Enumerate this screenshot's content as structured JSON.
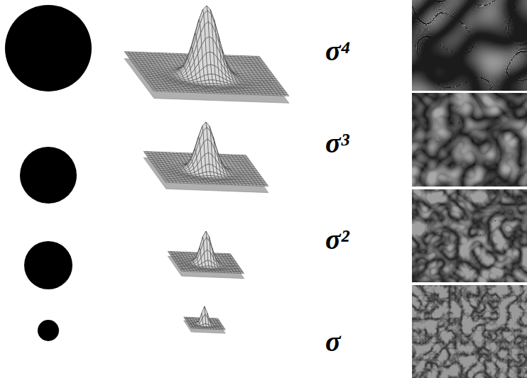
{
  "diagram": {
    "labels": [
      "σ⁴",
      "σ³",
      "σ²",
      "σ"
    ]
  }
}
